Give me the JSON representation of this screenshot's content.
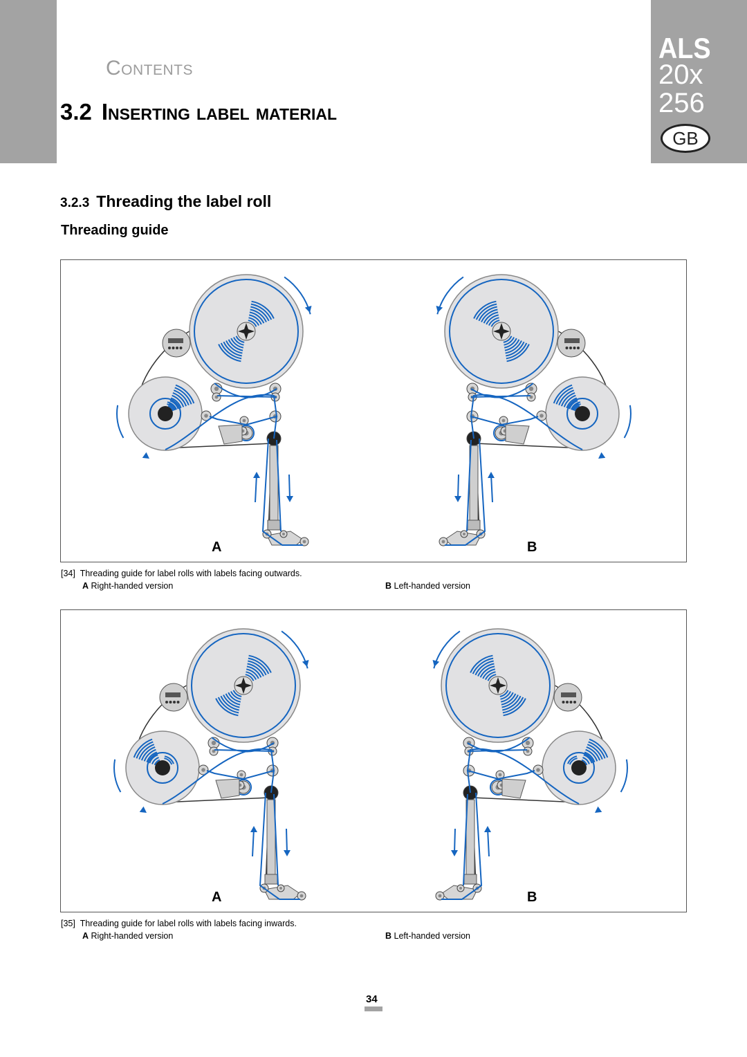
{
  "header": {
    "contents_link": "Contents",
    "section_number": "3.2",
    "section_title": "Inserting label material",
    "model_line1": "ALS",
    "model_line2": "20x",
    "model_line3": "256",
    "country_badge": "GB"
  },
  "subsection": {
    "number": "3.2.3",
    "title": "Threading the label roll"
  },
  "heading": "Threading guide",
  "figures": [
    {
      "label_a": "A",
      "label_b": "B",
      "caption_number": "[34]",
      "caption": "Threading guide for label rolls with labels facing outwards.",
      "legend_a_key": "A",
      "legend_a": "Right-handed version",
      "legend_b_key": "B",
      "legend_b": "Left-handed version"
    },
    {
      "label_a": "A",
      "label_b": "B",
      "caption_number": "[35]",
      "caption": "Threading guide for label rolls with labels facing inwards.",
      "legend_a_key": "A",
      "legend_a": "Right-handed version",
      "legend_b_key": "B",
      "legend_b": "Left-handed version"
    }
  ],
  "page_number": "34",
  "colors": {
    "tab_gray": "#a3a3a3",
    "thread_blue": "#1565c0",
    "roll_gray": "#e1e1e3"
  }
}
